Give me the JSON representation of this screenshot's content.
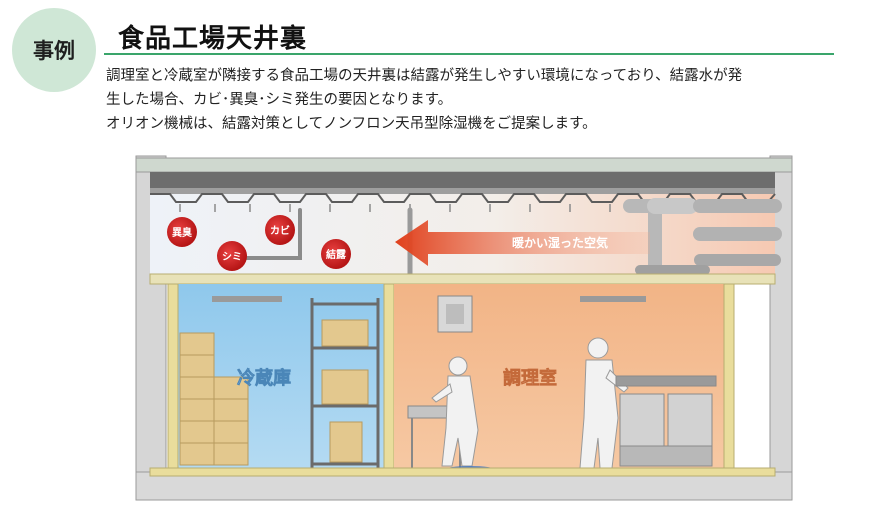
{
  "header": {
    "badge": "事例",
    "title": "食品工場天井裏"
  },
  "description": {
    "line1": "調理室と冷蔵室が隣接する食品工場の天井裏は結露が発生しやすい環境になっており、結露水が発",
    "line2": "生した場合、カビ･異臭･シミ発生の要因となります。",
    "line3": "オリオン機械は、結露対策としてノンフロン天吊型除湿機をご提案します。"
  },
  "diagram": {
    "bubbles": {
      "odor": "異臭",
      "stain": "シミ",
      "mold": "カビ",
      "condensation": "結露"
    },
    "airflow_label": "暖かい湿った空気",
    "cold_room_label": "冷蔵庫",
    "kitchen_label": "調理室",
    "colors": {
      "cold_room": "#9ccfee",
      "kitchen": "#f4b98a",
      "warm_air": "#e8502a",
      "bubble": "#cc1f1f",
      "frame": "#e9dd9c"
    }
  }
}
